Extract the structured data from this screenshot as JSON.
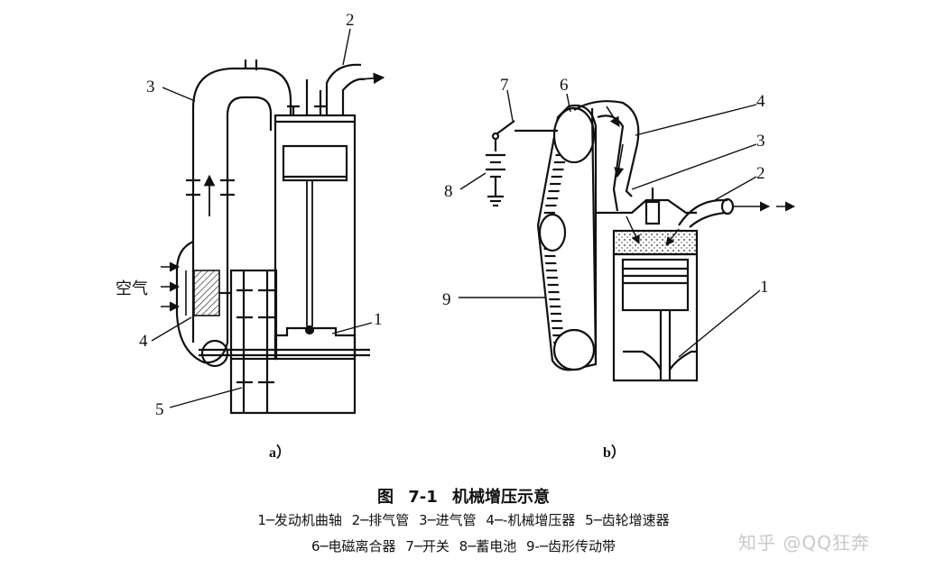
{
  "figure": {
    "title": "图 7-1   机械增压示意",
    "legend_line1": "1─发动机曲轴   2─排气管   3─进气管   4─-机械增压器   5─齿轮增速器",
    "legend_line2": "6─电磁离合器   7─开关   8─蓄电池   9-─齿形传动带"
  },
  "diagram_a": {
    "sublabel": "a）",
    "air_label": "空气",
    "labels": [
      "1",
      "2",
      "3",
      "4",
      "5"
    ]
  },
  "diagram_b": {
    "sublabel": "b）",
    "labels": [
      "1",
      "2",
      "3",
      "4",
      "6",
      "7",
      "8",
      "9"
    ]
  },
  "watermark": "知乎 @QQ狂奔"
}
